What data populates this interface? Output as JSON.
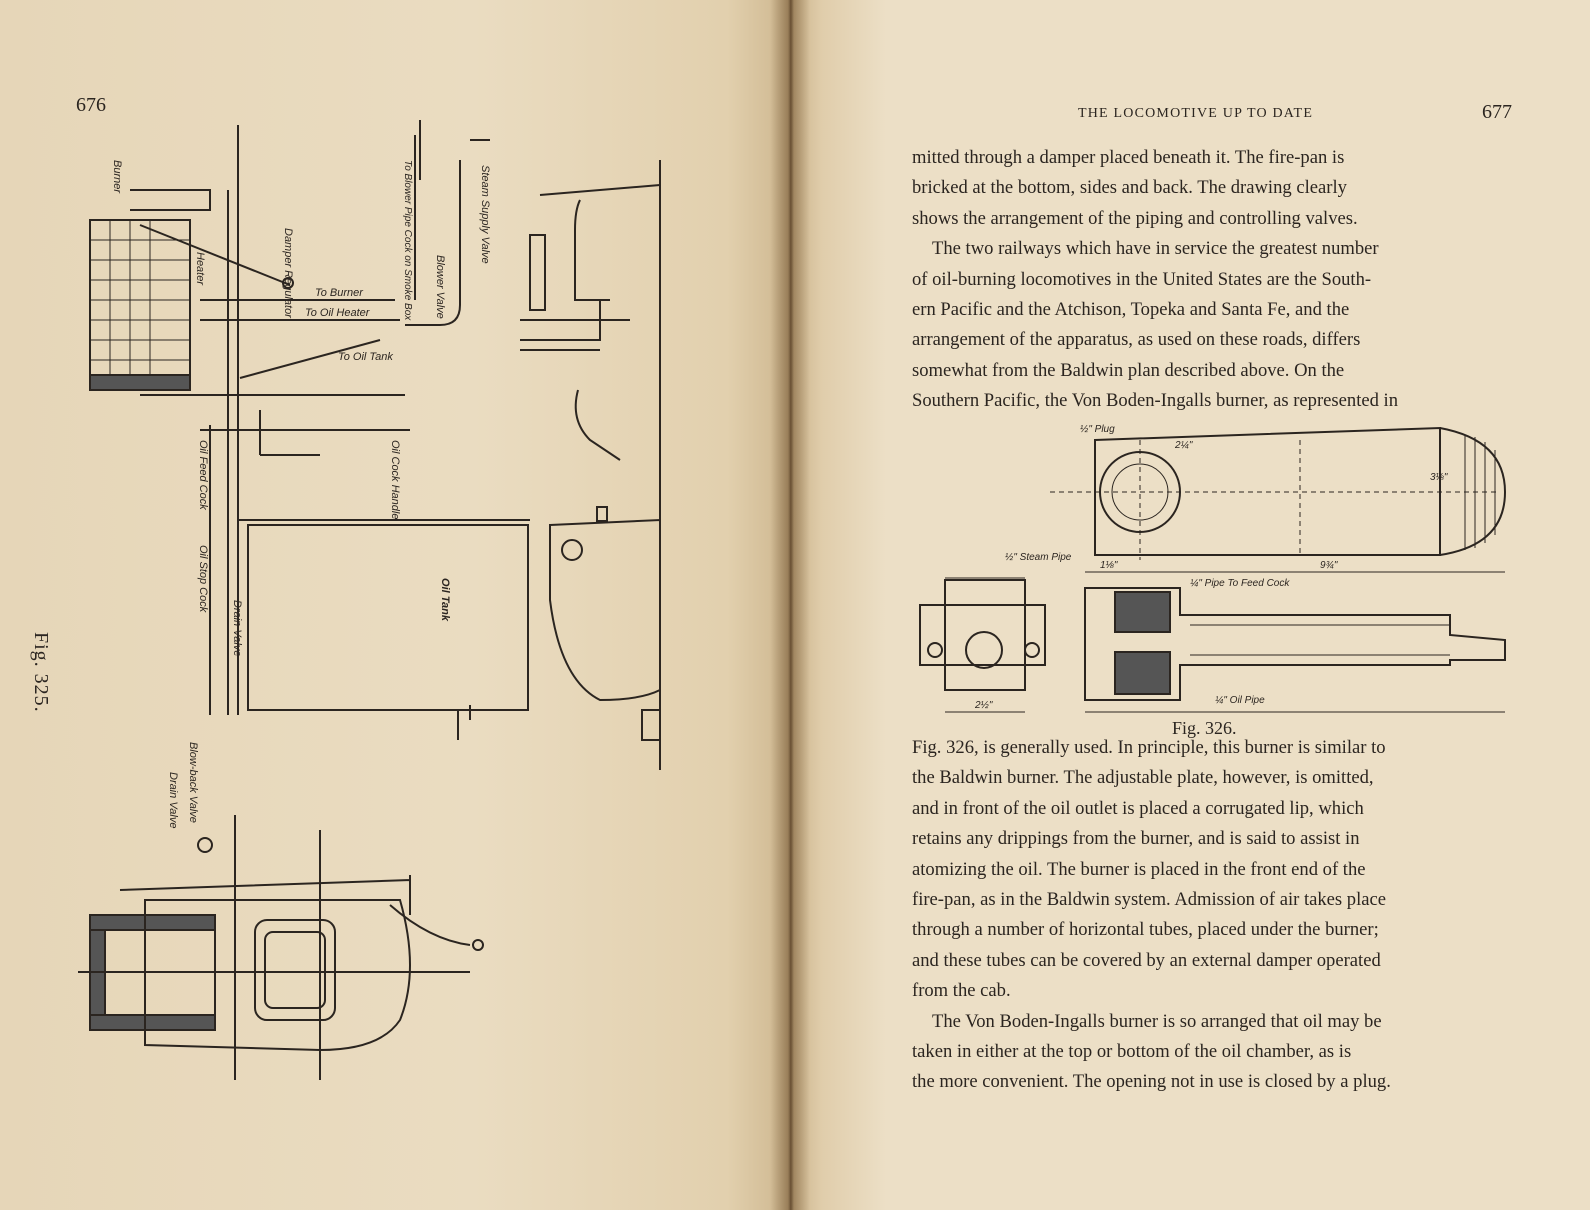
{
  "left_page": {
    "page_number": "676",
    "figure_caption": "Fig. 325.",
    "labels": {
      "burner": "Burner",
      "damper_regulator": "Damper Regulator",
      "heater": "Heater",
      "to_burner": "To Burner",
      "to_oil_heater": "To Oil Heater",
      "to_oil_tank": "To Oil Tank",
      "blower_pipe_cock": "To Blower Pipe Cock on Smoke Box",
      "blower_valve": "Blower Valve",
      "steam_supply_valve": "Steam Supply Valve",
      "oil_cock_handle": "Oil Cock Handle",
      "oil_feed_cock": "Oil Feed Cock",
      "oil_stop_cock": "Oil Stop Cock",
      "drain_valve": "Drain Valve",
      "oil_tank": "Oil Tank",
      "blow_back_valve": "Blow-back Valve",
      "drain_valve_lower": "Drain Valve"
    }
  },
  "right_page": {
    "running_head": "THE LOCOMOTIVE UP TO DATE",
    "page_number": "677",
    "para1_lines": [
      "mitted through a damper placed beneath it. The fire-pan is",
      "bricked at the bottom, sides and back. The drawing clearly",
      "shows the arrangement of the piping and controlling valves."
    ],
    "para2_lines": [
      "The two railways which have in service the greatest number",
      "of oil-burning locomotives in the United States are the South-",
      "ern Pacific and the Atchison, Topeka and Santa Fe, and the",
      "arrangement of the apparatus, as used on these roads, differs",
      "somewhat from the Baldwin plan described above. On the",
      "Southern Pacific, the Von Boden-Ingalls burner, as represented in"
    ],
    "figure_caption": "Fig. 326.",
    "figure_labels": {
      "plug": "½\" Plug",
      "steam_pipe": "½\" Steam Pipe",
      "pipe_to_feed_cock": "¼\" Pipe To Feed Cock",
      "oil_pipe": "¼\" Oil Pipe",
      "dim_a": "2¼\"",
      "dim_b": "9¾\"",
      "dim_c": "3⅛\"",
      "dim_d": "2½\"",
      "dim_e": "1⅛\""
    },
    "para3_lines": [
      "Fig. 326, is generally used. In principle, this burner is similar to",
      "the Baldwin burner. The adjustable plate, however, is omitted,",
      "and in front of the oil outlet is placed a corrugated lip, which",
      "retains any drippings from the burner, and is said to assist in",
      "atomizing the oil. The burner is placed in the front end of the",
      "fire-pan, as in the Baldwin system. Admission of air takes place",
      "through a number of horizontal tubes, placed under the burner;",
      "and these tubes can be covered by an external damper operated",
      "from the cab."
    ],
    "para4_lines": [
      "The Von Boden-Ingalls burner is so arranged that oil may be",
      "taken in either at the top or bottom of the oil chamber, as is",
      "the more convenient. The opening not in use is closed by a plug."
    ]
  }
}
